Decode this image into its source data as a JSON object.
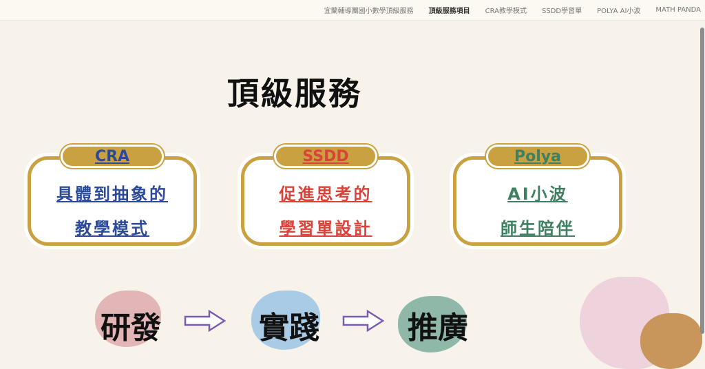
{
  "nav": {
    "items": [
      "宜蘭輔導團國小數學頂級服務",
      "頂級服務項目",
      "CRA教學模式",
      "SSDD學習單",
      "POLYA AI小波",
      "MATH PANDA"
    ],
    "active": 1
  },
  "title": "頂級服務",
  "cards": [
    {
      "tag": "CRA",
      "line1": "具體到抽象的",
      "line2": "教學模式",
      "color": "#2b4a9a"
    },
    {
      "tag": "SSDD",
      "line1": "促進思考的",
      "line2": "學習單設計",
      "color": "#d9443a"
    },
    {
      "tag": "Polya",
      "line1": "AI小波",
      "line2": "師生陪伴",
      "color": "#3f7f62"
    }
  ],
  "steps": [
    "研發",
    "實踐",
    "推廣"
  ]
}
